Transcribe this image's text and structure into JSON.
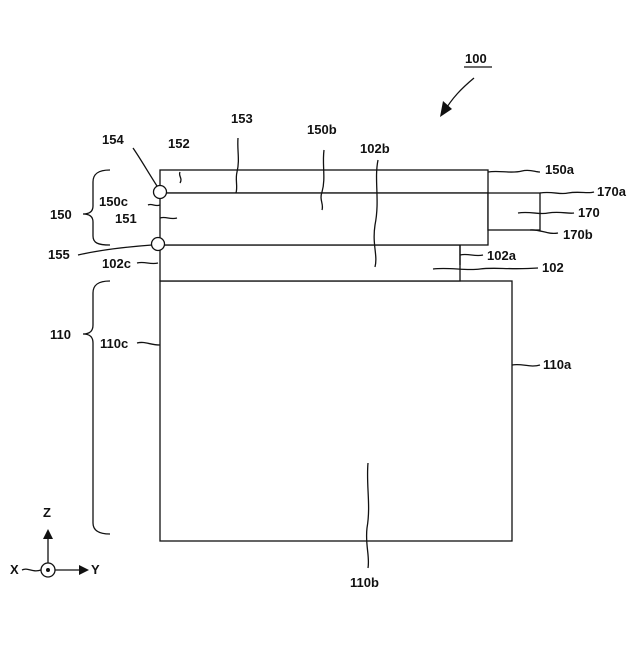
{
  "figure": {
    "ref": "100",
    "labels": {
      "l152": "152",
      "l153": "153",
      "l154": "154",
      "l150b": "150b",
      "l102b": "102b",
      "l150a": "150a",
      "l170a": "170a",
      "l170": "170",
      "l170b": "170b",
      "l150": "150",
      "l150c": "150c",
      "l151": "151",
      "l155": "155",
      "l102c": "102c",
      "l102a": "102a",
      "l102": "102",
      "l110": "110",
      "l110c": "110c",
      "l110a": "110a",
      "l110b": "110b"
    }
  },
  "axes": {
    "z": "Z",
    "x": "X",
    "y": "Y"
  }
}
